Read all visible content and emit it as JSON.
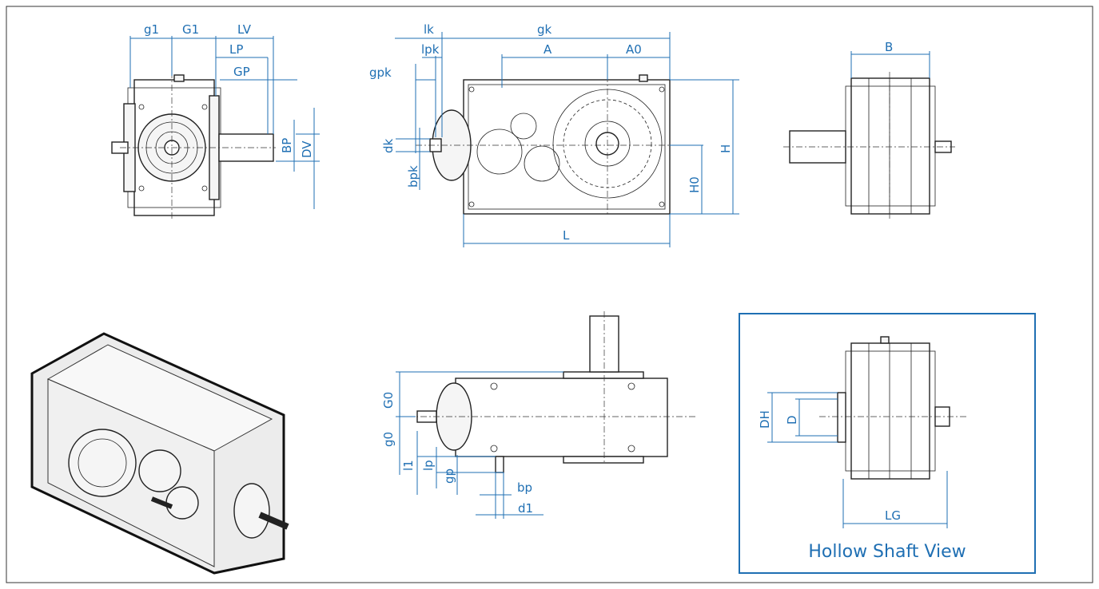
{
  "colors": {
    "dimension": "#1f6fb3",
    "outline": "#222222",
    "frame": "#333333",
    "box": "#1f6fb3"
  },
  "side_view": {
    "labels": {
      "g1": "g1",
      "G1": "G1",
      "LV": "LV",
      "LP": "LP",
      "GP": "GP",
      "BP": "BP",
      "DV": "DV"
    }
  },
  "front_view": {
    "labels": {
      "lk": "lk",
      "gk": "gk",
      "lpk": "lpk",
      "A": "A",
      "A0": "A0",
      "gpk": "gpk",
      "dk": "dk",
      "bpk": "bpk",
      "H0": "H0",
      "H": "H",
      "L": "L"
    }
  },
  "end_view": {
    "labels": {
      "B": "B"
    }
  },
  "top_view": {
    "labels": {
      "G0": "G0",
      "g0": "g0",
      "l1": "l1",
      "lp": "lp",
      "gp": "gp",
      "bp": "bp",
      "d1": "d1"
    }
  },
  "hollow_view": {
    "labels": {
      "DH": "DH",
      "D": "D",
      "LG": "LG"
    },
    "caption": "Hollow Shaft View"
  }
}
